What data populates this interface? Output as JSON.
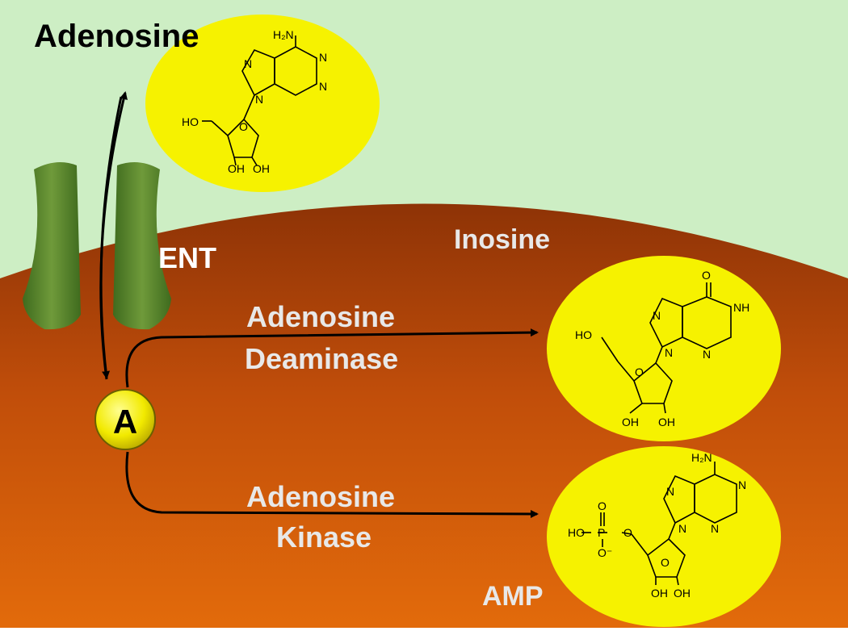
{
  "labels": {
    "adenosine_title": "Adenosine",
    "ent": "ENT",
    "inosine": "Inosine",
    "deaminase_line1": "Adenosine",
    "deaminase_line2": "Deaminase",
    "kinase_line1": "Adenosine",
    "kinase_line2": "Kinase",
    "amp": "AMP",
    "a_node": "A"
  },
  "chem": {
    "adenosine": {
      "nh2": "H₂N",
      "n": "N",
      "ho": "HO",
      "o": "O",
      "oh1": "OH",
      "oh2": "OH"
    },
    "inosine": {
      "o_top": "O",
      "nh": "NH",
      "n": "N",
      "ho": "HO",
      "o": "O",
      "oh1": "OH",
      "oh2": "OH"
    },
    "amp": {
      "nh2": "H₂N",
      "n": "N",
      "ho": "HO",
      "p": "P",
      "o": "O",
      "o_minus": "O⁻",
      "oh1": "OH",
      "oh2": "OH"
    }
  },
  "colors": {
    "extracellular": "#cdeec4",
    "cell_top": "#9b3a0a",
    "cell_bottom": "#e06a0a",
    "molecule_fill": "#f6f200",
    "transporter": "#5f8a2e",
    "arrow": "#000000"
  }
}
